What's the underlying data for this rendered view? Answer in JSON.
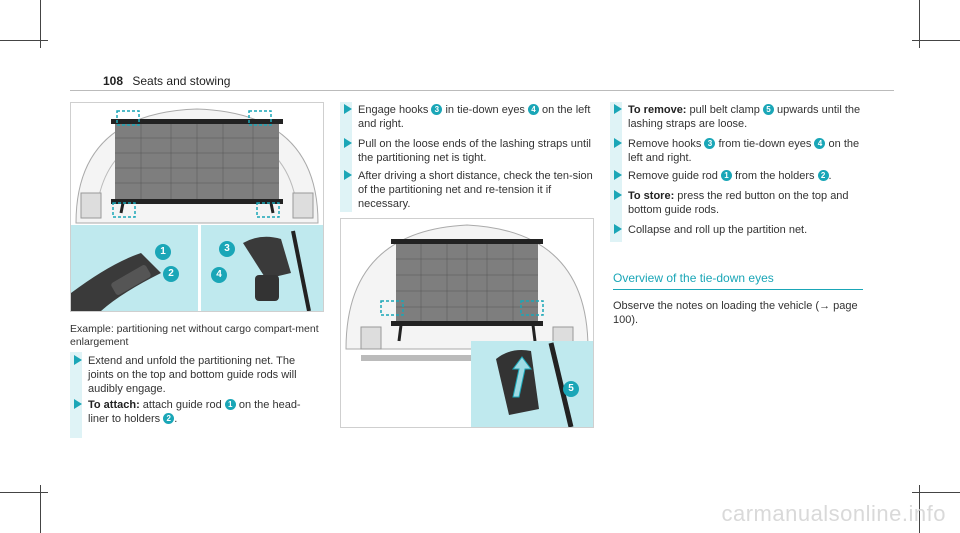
{
  "header": {
    "page_number": "108",
    "section": "Seats and stowing"
  },
  "figure1": {
    "callouts": [
      "1",
      "2",
      "3",
      "4"
    ]
  },
  "figure2": {
    "callouts": [
      "5"
    ]
  },
  "caption": "Example: partitioning net without cargo compart-ment enlargement",
  "col1": {
    "steps": [
      {
        "text": "Extend and unfold the partitioning net. The joints on the top and bottom guide rods will audibly engage."
      },
      {
        "bold": "To attach:",
        "t1": " attach guide rod ",
        "b1": "1",
        "t2": " on the head-liner to holders ",
        "b2": "2",
        "t3": "."
      }
    ]
  },
  "col2": {
    "steps": [
      {
        "t1": "Engage hooks ",
        "b1": "3",
        "t2": " in tie-down eyes ",
        "b2": "4",
        "t3": " on the left and right."
      },
      {
        "text": "Pull on the loose ends of the lashing straps until the partitioning net is tight."
      },
      {
        "text": "After driving a short distance, check the ten-sion of the partitioning net and re-tension it if necessary."
      }
    ]
  },
  "col3": {
    "steps": [
      {
        "bold": "To remove:",
        "t1": " pull belt clamp ",
        "b1": "5",
        "t2": " upwards until the lashing straps are loose."
      },
      {
        "t1": "Remove hooks ",
        "b1": "3",
        "t2": " from tie-down eyes ",
        "b2": "4",
        "t3": " on the left and right."
      },
      {
        "t1": "Remove guide rod ",
        "b1": "1",
        "t2": " from the holders ",
        "b2": "2",
        "t3": "."
      },
      {
        "bold": "To store:",
        "t1": " press the red button on the top and bottom guide rods."
      },
      {
        "text": "Collapse and roll up the partition net."
      }
    ],
    "heading": "Overview of the tie-down eyes",
    "note_t1": "Observe the notes on loading the vehicle (",
    "note_arrow": "→",
    "note_t2": " page 100)."
  },
  "watermark": "carmanualsonline.info",
  "colors": {
    "accent": "#1aa6b7",
    "panel": "#bfe9ee"
  }
}
